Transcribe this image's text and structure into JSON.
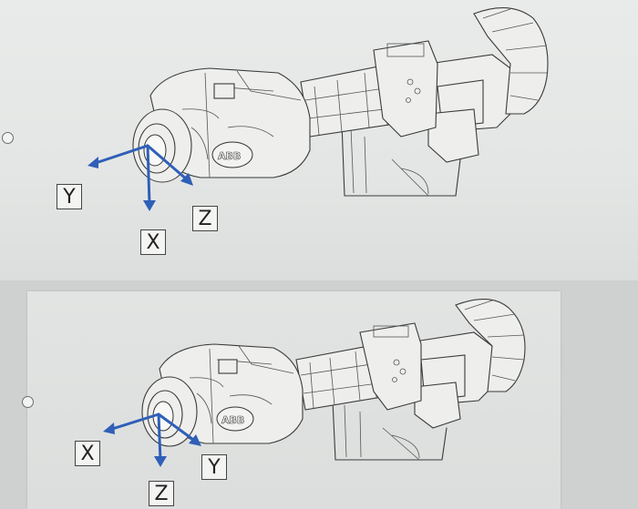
{
  "figures": [
    {
      "id": "top",
      "robot_logo": "ABB",
      "axes": {
        "x": "X",
        "y": "Y",
        "z": "Z"
      }
    },
    {
      "id": "bottom",
      "robot_logo": "ABB",
      "axes": {
        "x": "X",
        "y": "Y",
        "z": "Z"
      }
    }
  ],
  "arrow_color": "#2f5fb8"
}
